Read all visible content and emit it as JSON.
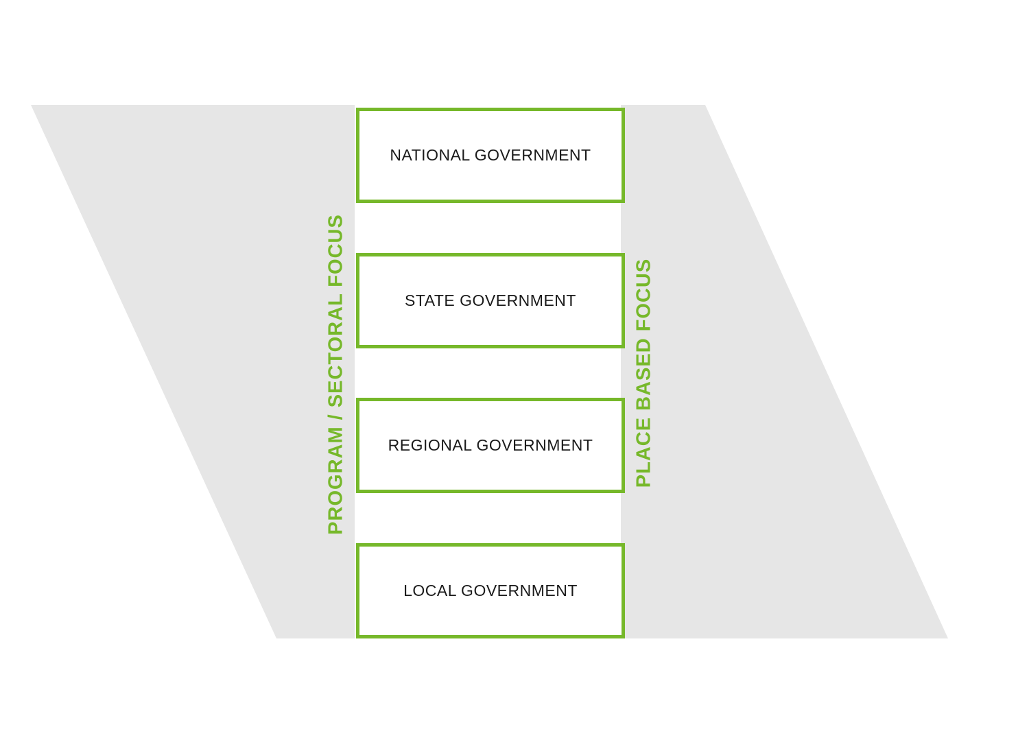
{
  "diagram": {
    "boxes": [
      {
        "label": "NATIONAL GOVERNMENT"
      },
      {
        "label": "STATE GOVERNMENT"
      },
      {
        "label": "REGIONAL GOVERNMENT"
      },
      {
        "label": "LOCAL GOVERNMENT"
      }
    ],
    "left_axis_label": "PROGRAM / SECTORAL FOCUS",
    "right_axis_label": "PLACE BASED FOCUS"
  },
  "colors": {
    "accent_green": "#76B82A",
    "background_gray": "#E6E6E6",
    "box_fill": "#FFFFFF",
    "text_black": "#1A1A1A"
  }
}
